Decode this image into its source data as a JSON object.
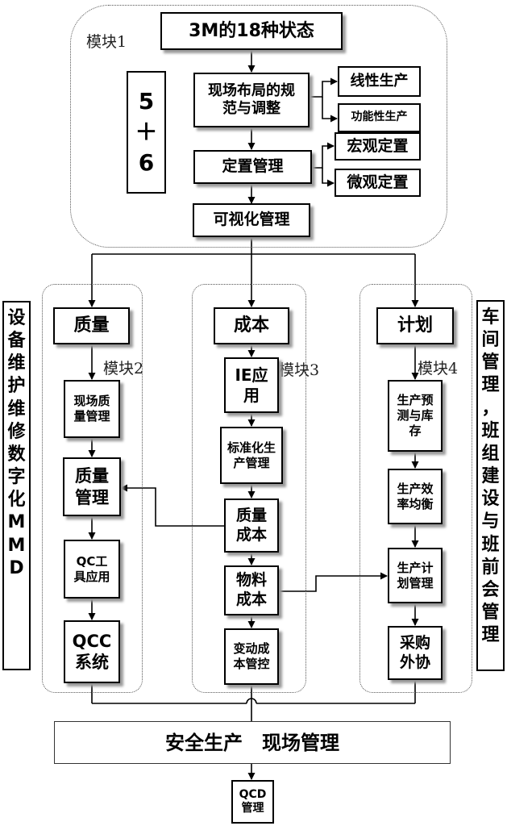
{
  "module1": {
    "label": "模块1",
    "title": "3M的18种状态",
    "side": "5\n＋\n6",
    "layout": "现场布局的规\n范与调整",
    "layout_branches": [
      "线性生产",
      "功能性生产"
    ],
    "positioning": "定置管理",
    "positioning_branches": [
      "宏观定置",
      "微观定置"
    ],
    "visual": "可视化管理"
  },
  "module2": {
    "label": "模块2",
    "head": "质量",
    "items": [
      "现场质\n量管理",
      "质量\n管理",
      "QC工\n具应用",
      "QCC\n系统"
    ]
  },
  "module3": {
    "label": "模块3",
    "head": "成本",
    "items": [
      "IE应\n用",
      "标准化生\n产管理",
      "质量\n成本",
      "物料\n成本",
      "变动成\n本管控"
    ]
  },
  "module4": {
    "label": "模块4",
    "head": "计划",
    "items": [
      "生产预\n测与库\n存",
      "生产效\n率均衡",
      "生产计\n划管理",
      "采购\n外协"
    ]
  },
  "left_vertical": "设备维护维修数字化MMD",
  "right_vertical": "车间管理，班组建设与班前会管理",
  "bottom_bar": "安全生产　现场管理",
  "output": "QCD\n管理"
}
